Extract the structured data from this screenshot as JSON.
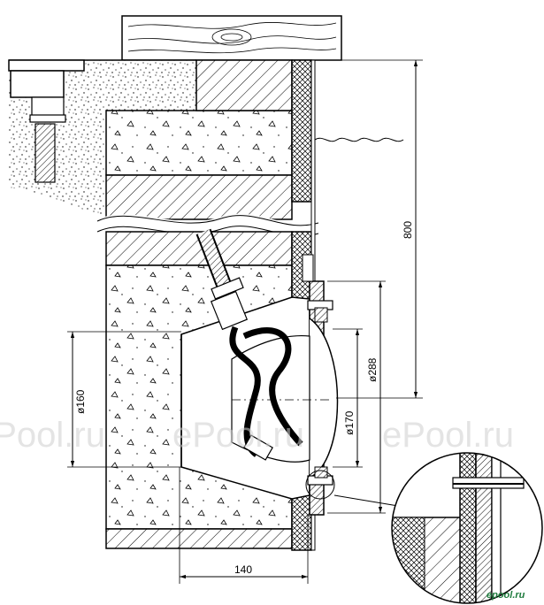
{
  "drawing": {
    "dimensions": {
      "height_800": "800",
      "diameter_288": "ø288",
      "diameter_170": "ø170",
      "diameter_160": "ø160",
      "width_140": "140"
    },
    "watermarks": [
      "ePool.ru",
      "ePool.ru",
      "ePool.ru"
    ],
    "logo": "epool.ru"
  }
}
